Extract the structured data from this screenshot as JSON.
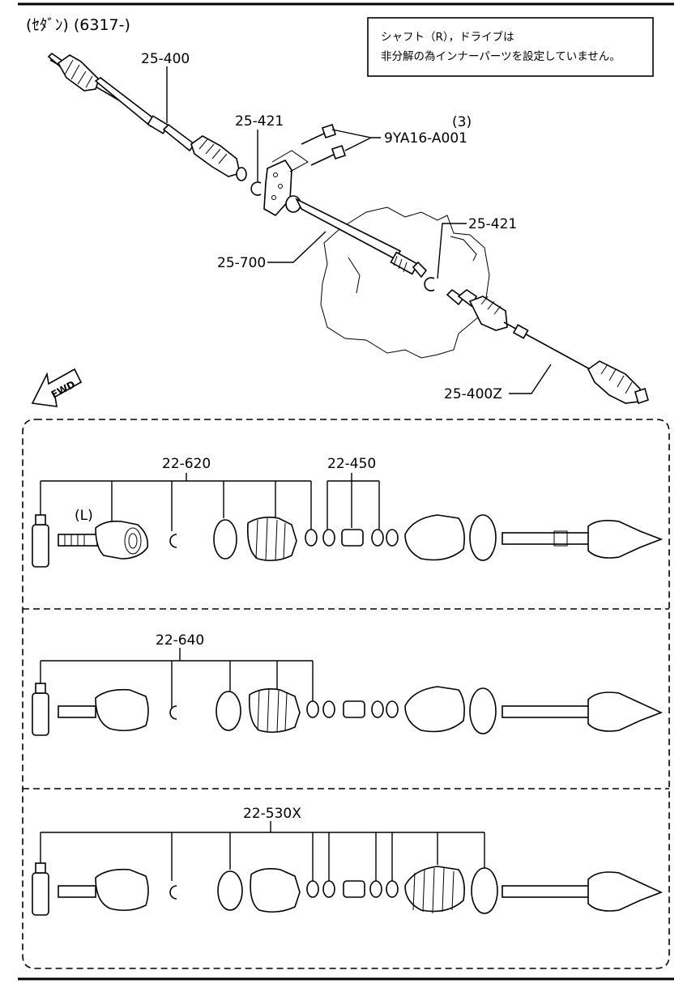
{
  "header": {
    "title": "(ｾﾀﾞﾝ) (6317-)"
  },
  "note": {
    "line1": "シャフト（R），ドライブは",
    "line2": "非分解の為インナーパーツを設定していません。"
  },
  "callouts": {
    "shaft_left": "25-400",
    "clip_upper": "25-421",
    "bolts": "9YA16-A001",
    "bolts_qty": "(3)",
    "clip_lower": "25-421",
    "joint_shaft": "25-700",
    "shaft_right": "25-400Z",
    "fwd": "FWD"
  },
  "kits": [
    {
      "label": "22-620",
      "side": "(L)",
      "label2": "22-450"
    },
    {
      "label": "22-640"
    },
    {
      "label": "22-530X"
    }
  ]
}
